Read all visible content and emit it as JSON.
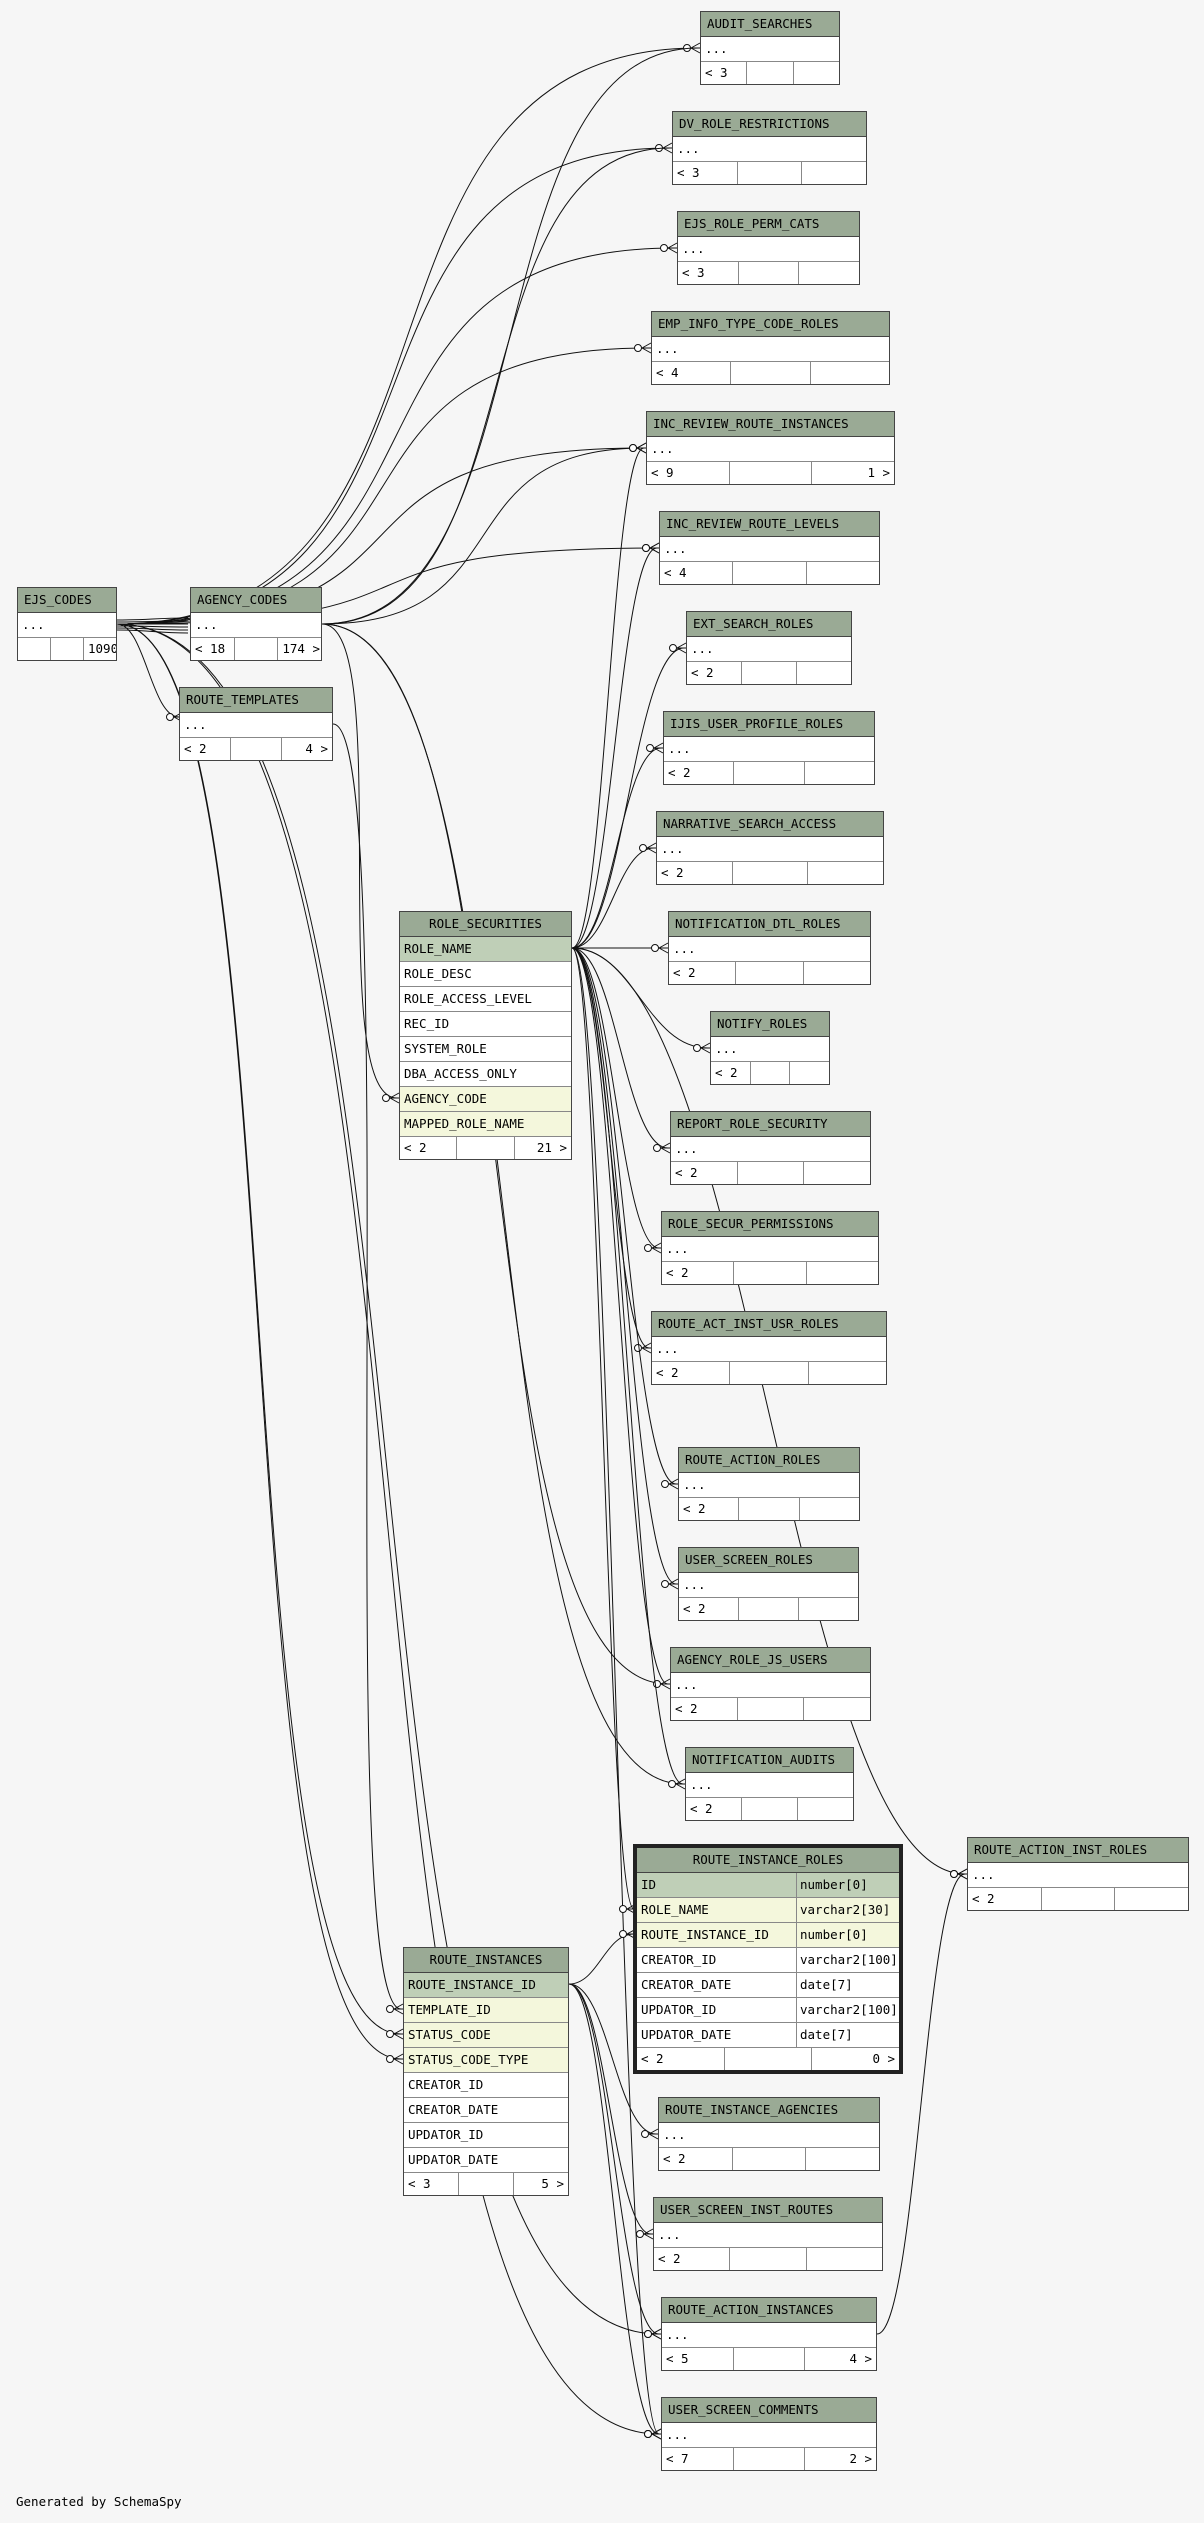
{
  "footer_text": "Generated by SchemaSpy",
  "colors": {
    "header": "#9aaa95",
    "primary_key": "#bfcfb7",
    "foreign_key": "#f4f7dc",
    "background": "#f6f6f6"
  },
  "tables": {
    "audit_searches": {
      "name": "AUDIT_SEARCHES",
      "placeholder": "...",
      "parents": "< 3",
      "children": ""
    },
    "dv_role_restrictions": {
      "name": "DV_ROLE_RESTRICTIONS",
      "placeholder": "...",
      "parents": "< 3",
      "children": ""
    },
    "ejs_role_perm_cats": {
      "name": "EJS_ROLE_PERM_CATS",
      "placeholder": "...",
      "parents": "< 3",
      "children": ""
    },
    "emp_info_type_code_roles": {
      "name": "EMP_INFO_TYPE_CODE_ROLES",
      "placeholder": "...",
      "parents": "< 4",
      "children": ""
    },
    "inc_review_route_instances": {
      "name": "INC_REVIEW_ROUTE_INSTANCES",
      "placeholder": "...",
      "parents": "< 9",
      "children": "1 >"
    },
    "inc_review_route_levels": {
      "name": "INC_REVIEW_ROUTE_LEVELS",
      "placeholder": "...",
      "parents": "< 4",
      "children": ""
    },
    "ejs_codes": {
      "name": "EJS_CODES",
      "placeholder": "...",
      "parents": "",
      "children": "1090 >"
    },
    "agency_codes": {
      "name": "AGENCY_CODES",
      "placeholder": "...",
      "parents": "< 18",
      "children": "174 >"
    },
    "route_templates": {
      "name": "ROUTE_TEMPLATES",
      "placeholder": "...",
      "parents": "< 2",
      "children": "4 >"
    },
    "ext_search_roles": {
      "name": "EXT_SEARCH_ROLES",
      "placeholder": "...",
      "parents": "< 2",
      "children": ""
    },
    "ijis_user_profile_roles": {
      "name": "IJIS_USER_PROFILE_ROLES",
      "placeholder": "...",
      "parents": "< 2",
      "children": ""
    },
    "narrative_search_access": {
      "name": "NARRATIVE_SEARCH_ACCESS",
      "placeholder": "...",
      "parents": "< 2",
      "children": ""
    },
    "notification_dtl_roles": {
      "name": "NOTIFICATION_DTL_ROLES",
      "placeholder": "...",
      "parents": "< 2",
      "children": ""
    },
    "role_securities": {
      "name": "ROLE_SECURITIES",
      "columns": [
        {
          "name": "ROLE_NAME",
          "kind": "pk"
        },
        {
          "name": "ROLE_DESC",
          "kind": ""
        },
        {
          "name": "ROLE_ACCESS_LEVEL",
          "kind": ""
        },
        {
          "name": "REC_ID",
          "kind": ""
        },
        {
          "name": "SYSTEM_ROLE",
          "kind": ""
        },
        {
          "name": "DBA_ACCESS_ONLY",
          "kind": ""
        },
        {
          "name": "AGENCY_CODE",
          "kind": "fk"
        },
        {
          "name": "MAPPED_ROLE_NAME",
          "kind": "fk"
        }
      ],
      "parents": "< 2",
      "children": "21 >"
    },
    "notify_roles": {
      "name": "NOTIFY_ROLES",
      "placeholder": "...",
      "parents": "< 2",
      "children": ""
    },
    "report_role_security": {
      "name": "REPORT_ROLE_SECURITY",
      "placeholder": "...",
      "parents": "< 2",
      "children": ""
    },
    "role_secur_permissions": {
      "name": "ROLE_SECUR_PERMISSIONS",
      "placeholder": "...",
      "parents": "< 2",
      "children": ""
    },
    "route_act_inst_usr_roles": {
      "name": "ROUTE_ACT_INST_USR_ROLES",
      "placeholder": "...",
      "parents": "< 2",
      "children": ""
    },
    "route_action_roles": {
      "name": "ROUTE_ACTION_ROLES",
      "placeholder": "...",
      "parents": "< 2",
      "children": ""
    },
    "user_screen_roles": {
      "name": "USER_SCREEN_ROLES",
      "placeholder": "...",
      "parents": "< 2",
      "children": ""
    },
    "agency_role_js_users": {
      "name": "AGENCY_ROLE_JS_USERS",
      "placeholder": "...",
      "parents": "< 2",
      "children": ""
    },
    "notification_audits": {
      "name": "NOTIFICATION_AUDITS",
      "placeholder": "...",
      "parents": "< 2",
      "children": ""
    },
    "route_instance_roles": {
      "name": "ROUTE_INSTANCE_ROLES",
      "columns": [
        {
          "name": "ID",
          "type": "number[0]",
          "kind": "pk"
        },
        {
          "name": "ROLE_NAME",
          "type": "varchar2[30]",
          "kind": "fk"
        },
        {
          "name": "ROUTE_INSTANCE_ID",
          "type": "number[0]",
          "kind": "fk"
        },
        {
          "name": "CREATOR_ID",
          "type": "varchar2[100]",
          "kind": ""
        },
        {
          "name": "CREATOR_DATE",
          "type": "date[7]",
          "kind": ""
        },
        {
          "name": "UPDATOR_ID",
          "type": "varchar2[100]",
          "kind": ""
        },
        {
          "name": "UPDATOR_DATE",
          "type": "date[7]",
          "kind": ""
        }
      ],
      "parents": "< 2",
      "children": "0 >"
    },
    "route_action_inst_roles": {
      "name": "ROUTE_ACTION_INST_ROLES",
      "placeholder": "...",
      "parents": "< 2",
      "children": ""
    },
    "route_instances": {
      "name": "ROUTE_INSTANCES",
      "columns": [
        {
          "name": "ROUTE_INSTANCE_ID",
          "kind": "pk"
        },
        {
          "name": "TEMPLATE_ID",
          "kind": "fk"
        },
        {
          "name": "STATUS_CODE",
          "kind": "fk"
        },
        {
          "name": "STATUS_CODE_TYPE",
          "kind": "fk"
        },
        {
          "name": "CREATOR_ID",
          "kind": ""
        },
        {
          "name": "CREATOR_DATE",
          "kind": ""
        },
        {
          "name": "UPDATOR_ID",
          "kind": ""
        },
        {
          "name": "UPDATOR_DATE",
          "kind": ""
        }
      ],
      "parents": "< 3",
      "children": "5 >"
    },
    "route_instance_agencies": {
      "name": "ROUTE_INSTANCE_AGENCIES",
      "placeholder": "...",
      "parents": "< 2",
      "children": ""
    },
    "user_screen_inst_routes": {
      "name": "USER_SCREEN_INST_ROUTES",
      "placeholder": "...",
      "parents": "< 2",
      "children": ""
    },
    "route_action_instances": {
      "name": "ROUTE_ACTION_INSTANCES",
      "placeholder": "...",
      "parents": "< 5",
      "children": "4 >"
    },
    "user_screen_comments": {
      "name": "USER_SCREEN_COMMENTS",
      "placeholder": "...",
      "parents": "< 7",
      "children": "2 >"
    }
  }
}
